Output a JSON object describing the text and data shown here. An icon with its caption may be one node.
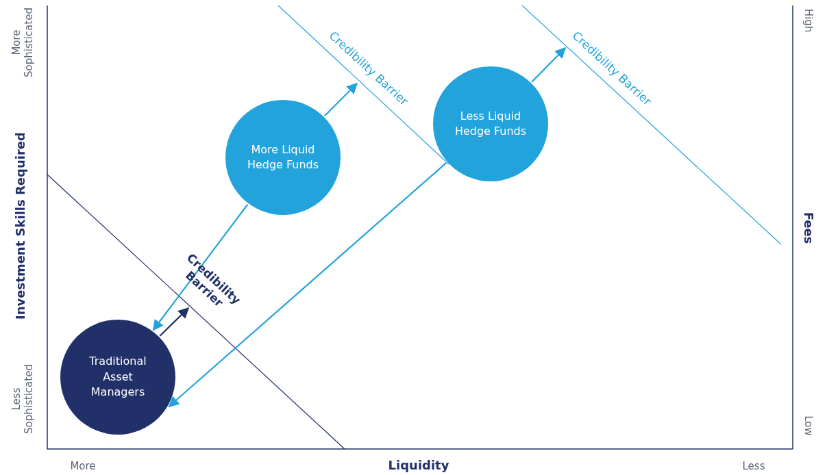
{
  "diagram": {
    "nodes": [
      {
        "text": [
          "More Liquid Hedge Funds"
        ]
      },
      {
        "text": [
          "Less Liquid Hedge Funds"
        ]
      },
      {
        "text": [
          "Traditional Asset Managers"
        ]
      },
      {
        "text": [
          "Credibility Barrier"
        ]
      },
      {
        "text": [
          "Credibility Barrier"
        ]
      },
      {
        "text": [
          "Credibility Barrier"
        ]
      }
    ],
    "edges": [
      {
        "from": 0,
        "to": 3,
        "arrow": "to"
      },
      {
        "from": 0,
        "to": 2,
        "arrow": "to"
      },
      {
        "from": 2,
        "to": 5,
        "arrow": "to",
        "color": "#22306a"
      },
      {
        "from": 1,
        "to": 4,
        "arrow": "to"
      },
      {
        "from": 1,
        "to": 2,
        "arrow": "to"
      }
    ],
    "labels": [
      "More Sophisticated",
      "High",
      "Investment Skills Required",
      "Fees",
      "Less Sophisticated",
      "Low",
      "More",
      "Liquidity",
      "Less"
    ]
  }
}
